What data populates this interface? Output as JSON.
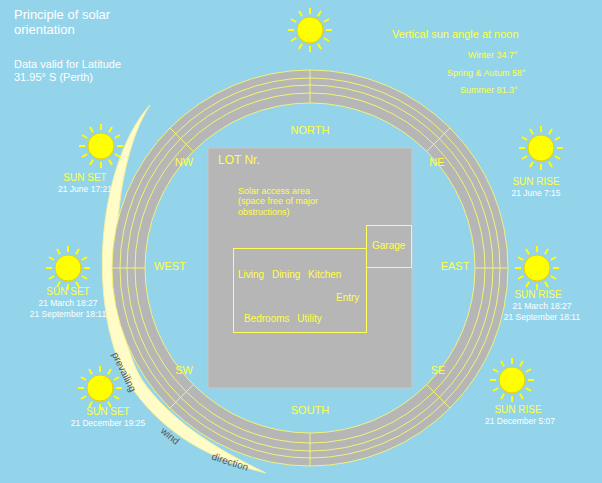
{
  "diagram": {
    "title": "Principle of solar orientation",
    "nodes": [
      {
        "text": [
          "LOT Nr.",
          "Solar access area (space free of major obstructions)"
        ]
      },
      {
        "text": [
          "Living Dining Kitchen",
          "Entry",
          "Bedrooms Utility"
        ],
        "in": 0
      },
      {
        "text": [
          "Garage"
        ],
        "in": 0
      }
    ],
    "labels": [
      "Data valid for Latitude 31.95° S (Perth)",
      "Vertical sun angle at noon",
      "Winter 34.7°",
      "Spring & Autum 58°",
      "Summer 81.3°",
      "NORTH",
      "NW",
      "NE",
      "WEST",
      "EAST",
      "SW",
      "SE",
      "SOUTH",
      "SUN SET",
      "21 June 17:21",
      "SUN RISE",
      "21 June 7:15",
      "SUN SET",
      "21 March 18:27",
      "21 September 18:11",
      "SUN RISE",
      "21 March 18:27",
      "21 September 18:11",
      "SUN SET",
      "21 December 19:25",
      "SUN RISE",
      "21 December 5:07",
      "prevailing",
      "wind",
      "direction"
    ]
  }
}
